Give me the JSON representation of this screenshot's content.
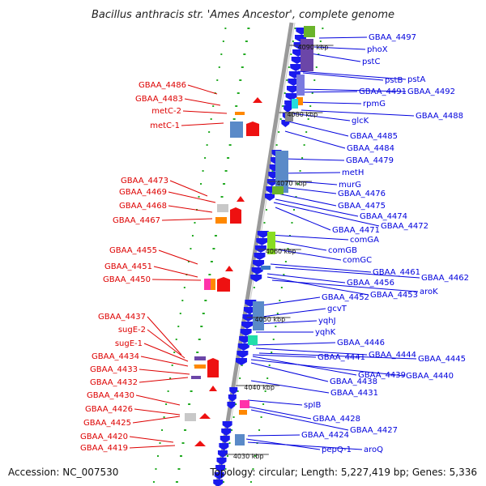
{
  "header": {
    "title": "Bacillus anthracis str. 'Ames Ancestor', complete genome"
  },
  "footer": {
    "accession": "Accession: NC_007530",
    "topology": "Topology: circular; Length: 5,227,419 bp; Genes: 5,336"
  },
  "colors": {
    "forward_label": "#0000dd",
    "reverse_label": "#dd0000",
    "forward_gene": "#1a1aee",
    "reverse_gene": "#ee1111",
    "backbone": "#888888",
    "marker": "#22aa22"
  },
  "scale_labels": [
    "4090 kbp",
    "4080 kbp",
    "4070 kbp",
    "4060 kbp",
    "4050 kbp",
    "4040 kbp",
    "4030 kbp"
  ],
  "forward_labels": [
    "GBAA_4497",
    "phoX",
    "pstC",
    "pstB",
    "pstA",
    "GBAA_4492",
    "GBAA_4491",
    "rpmG",
    "GBAA_4488",
    "glcK",
    "GBAA_4485",
    "GBAA_4484",
    "GBAA_4479",
    "metH",
    "murG",
    "GBAA_4476",
    "GBAA_4475",
    "GBAA_4474",
    "GBAA_4472",
    "GBAA_4471",
    "comGA",
    "comGB",
    "comGC",
    "GBAA_4461",
    "GBAA_4462",
    "GBAA_4456",
    "GBAA_4453",
    "aroK",
    "GBAA_4452",
    "gcvT",
    "yqhJ",
    "yqhK",
    "GBAA_4446",
    "GBAA_4444",
    "GBAA_4445",
    "GBAA_4441",
    "GBAA_4439",
    "GBAA_4440",
    "GBAA_4438",
    "GBAA_4431",
    "spIB",
    "GBAA_4428",
    "GBAA_4427",
    "GBAA_4424",
    "pepQ-1",
    "aroQ"
  ],
  "reverse_labels": [
    "GBAA_4486",
    "GBAA_4483",
    "metC-2",
    "metC-1",
    "GBAA_4473",
    "GBAA_4469",
    "GBAA_4468",
    "GBAA_4467",
    "GBAA_4455",
    "GBAA_4451",
    "GBAA_4450",
    "GBAA_4437",
    "sugE-2",
    "sugE-1",
    "GBAA_4434",
    "GBAA_4433",
    "GBAA_4432",
    "GBAA_4430",
    "GBAA_4426",
    "GBAA_4425",
    "GBAA_4420",
    "GBAA_4419"
  ]
}
